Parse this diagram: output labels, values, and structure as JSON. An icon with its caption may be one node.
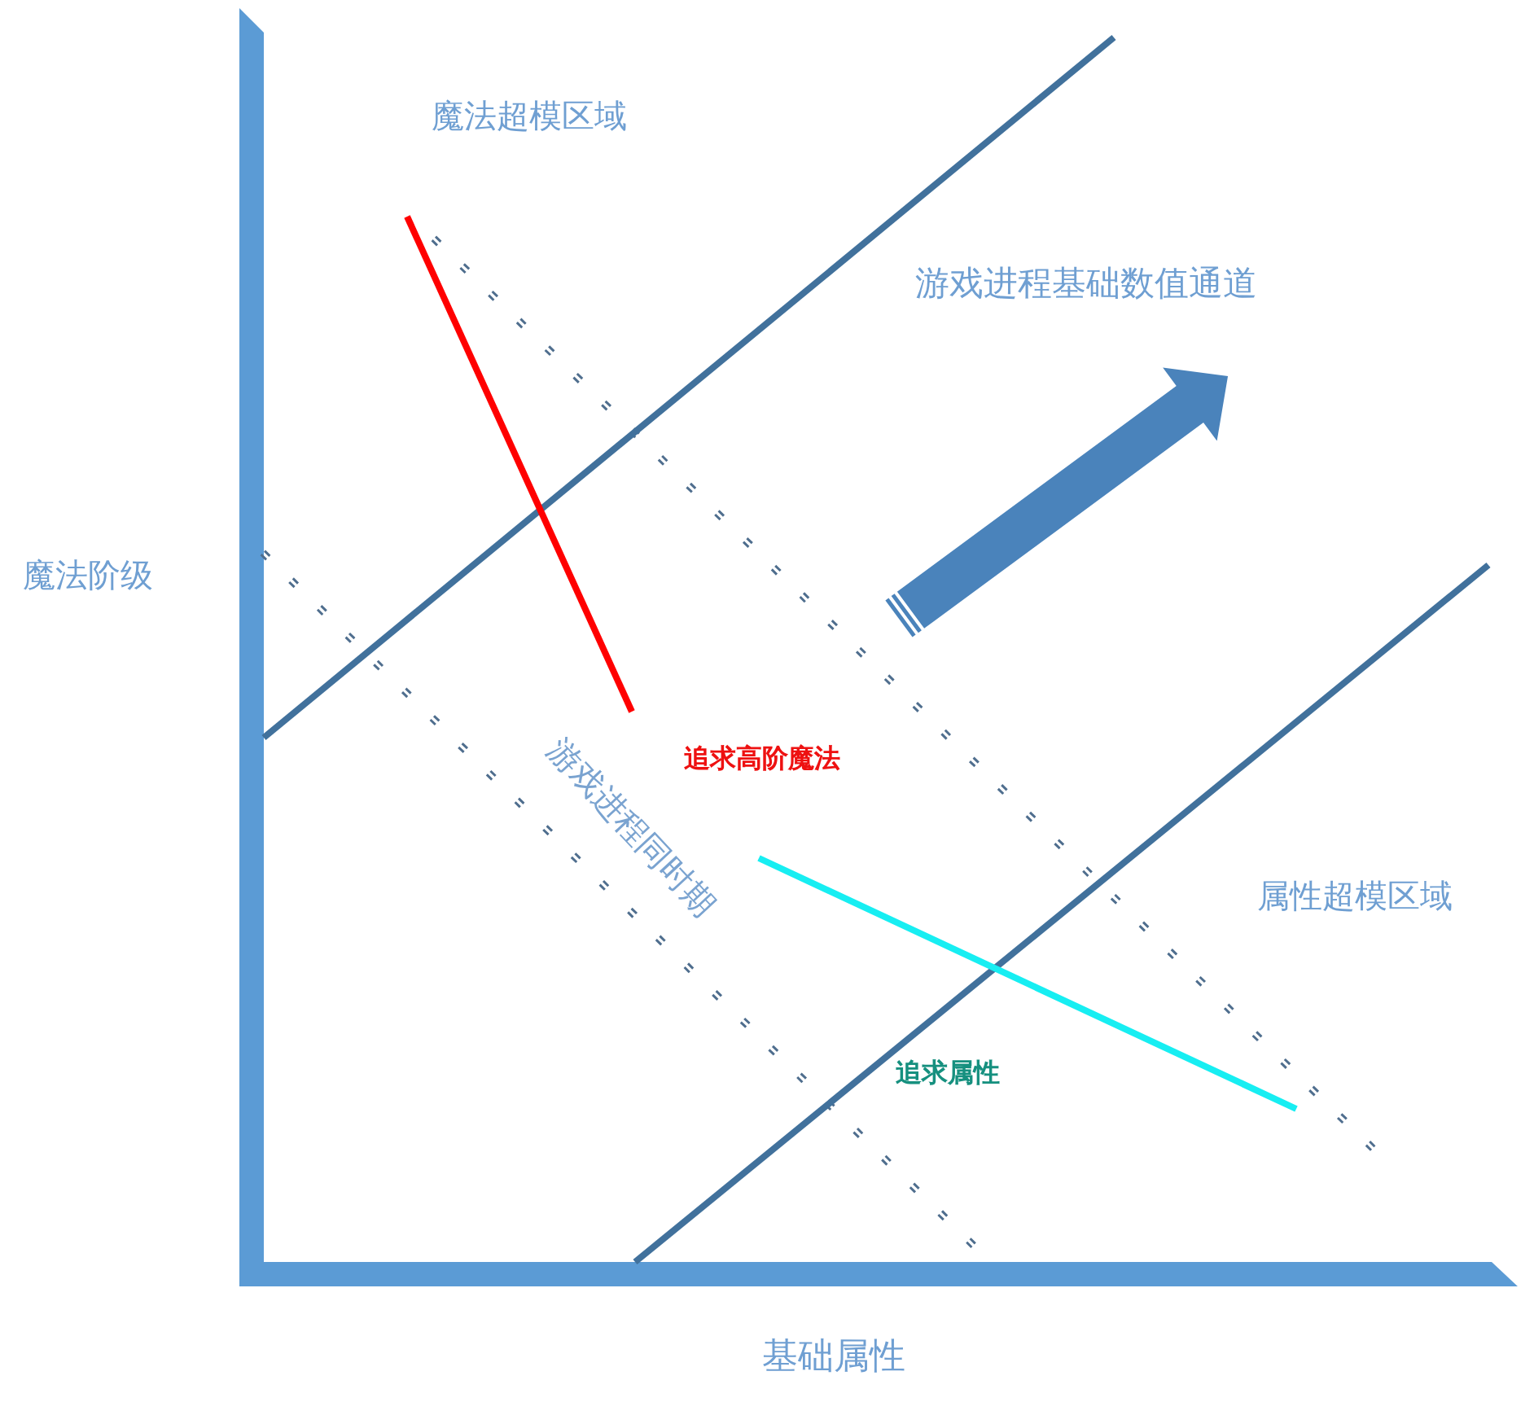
{
  "diagram": {
    "labels": [
      "魔法超模区域",
      "游戏进程基础数值通道",
      "魔法阶级",
      "追求高阶魔法",
      "游戏进程同时期",
      "属性超模区域",
      "追求属性",
      "基础属性"
    ]
  }
}
